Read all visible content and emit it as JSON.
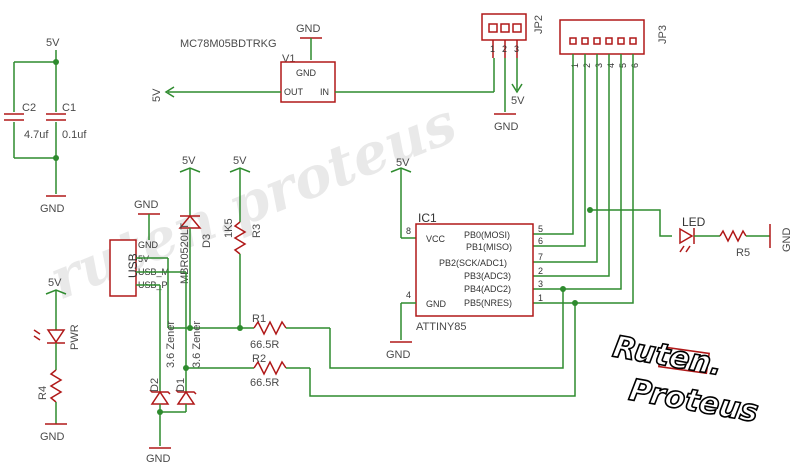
{
  "watermark": {
    "text": "ruten.proteus"
  },
  "logo": {
    "line1": "Ruten.",
    "line2": "Proteus"
  },
  "power": {
    "v5": "5V",
    "gnd": "GND"
  },
  "caps": {
    "c2": {
      "ref": "C2",
      "value": "4.7uf"
    },
    "c1": {
      "ref": "C1",
      "value": "0.1uf"
    }
  },
  "regulator": {
    "ref": "V1",
    "part": "MC78M05BDTRKG",
    "pin_gnd": "GND",
    "pin_out": "OUT",
    "pin_in": "IN"
  },
  "jp2": {
    "ref": "JP2",
    "pins": [
      "1",
      "2",
      "3"
    ]
  },
  "jp3": {
    "ref": "JP3",
    "pins": [
      "1",
      "2",
      "3",
      "4",
      "5",
      "6"
    ]
  },
  "usb": {
    "label": "USB",
    "pins": [
      "GND",
      "5V",
      "USB_M",
      "USB_P"
    ]
  },
  "d3": {
    "ref": "D3",
    "part": "MBR0520LT"
  },
  "r3": {
    "ref": "R3",
    "value": "1K5"
  },
  "pwr_led": {
    "ref": "PWR"
  },
  "r4": {
    "ref": "R4"
  },
  "zeners": {
    "d2": {
      "ref": "D2",
      "type": "3.6 Zener"
    },
    "d1": {
      "ref": "D1",
      "type": "3.6 Zener"
    }
  },
  "r1": {
    "ref": "R1",
    "value": "66.5R"
  },
  "r2": {
    "ref": "R2",
    "value": "66.5R"
  },
  "ic": {
    "ref": "IC1",
    "part": "ATTINY85",
    "vcc": "VCC",
    "gnd": "GND",
    "vcc_pin": "8",
    "gnd_pin": "4",
    "pins": [
      {
        "name": "PB0(MOSI)",
        "num": "5"
      },
      {
        "name": "PB1(MISO)",
        "num": "6"
      },
      {
        "name": "PB2(SCK/ADC1)",
        "num": "7"
      },
      {
        "name": "PB3(ADC3)",
        "num": "2"
      },
      {
        "name": "PB4(ADC2)",
        "num": "3"
      },
      {
        "name": "PB5(NRES)",
        "num": "1"
      }
    ]
  },
  "led": {
    "ref": "LED"
  },
  "r5": {
    "ref": "R5"
  }
}
